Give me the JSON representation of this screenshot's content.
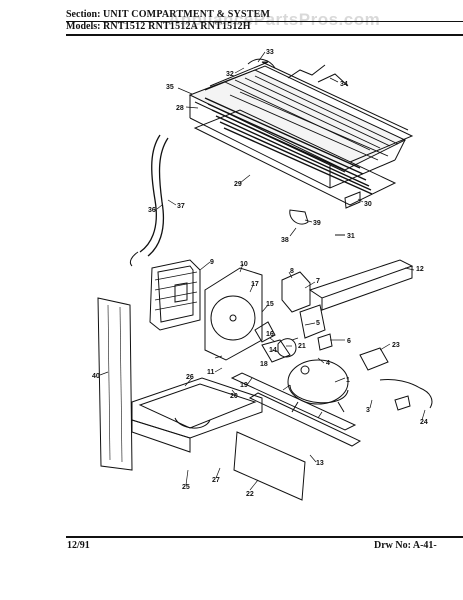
{
  "header": {
    "section_label": "Section:",
    "section_value": "UNIT COMPARTMENT & SYSTEM",
    "models_label": "Models:",
    "models_value": "RNT1512 RNT1512A RNT1512H"
  },
  "watermark": "AppliancePartsPros.com",
  "footer": {
    "date": "12/91",
    "drawing_number": "Drw No: A-41-"
  },
  "callouts": [
    "1",
    "3",
    "4",
    "5",
    "6",
    "7",
    "8",
    "9",
    "10",
    "11",
    "12",
    "13",
    "14",
    "15",
    "16",
    "17",
    "18",
    "19",
    "20",
    "21",
    "22",
    "23",
    "24",
    "25",
    "26",
    "27",
    "28",
    "29",
    "30",
    "31",
    "32",
    "33",
    "34",
    "35",
    "36",
    "37",
    "38",
    "39",
    "40"
  ]
}
